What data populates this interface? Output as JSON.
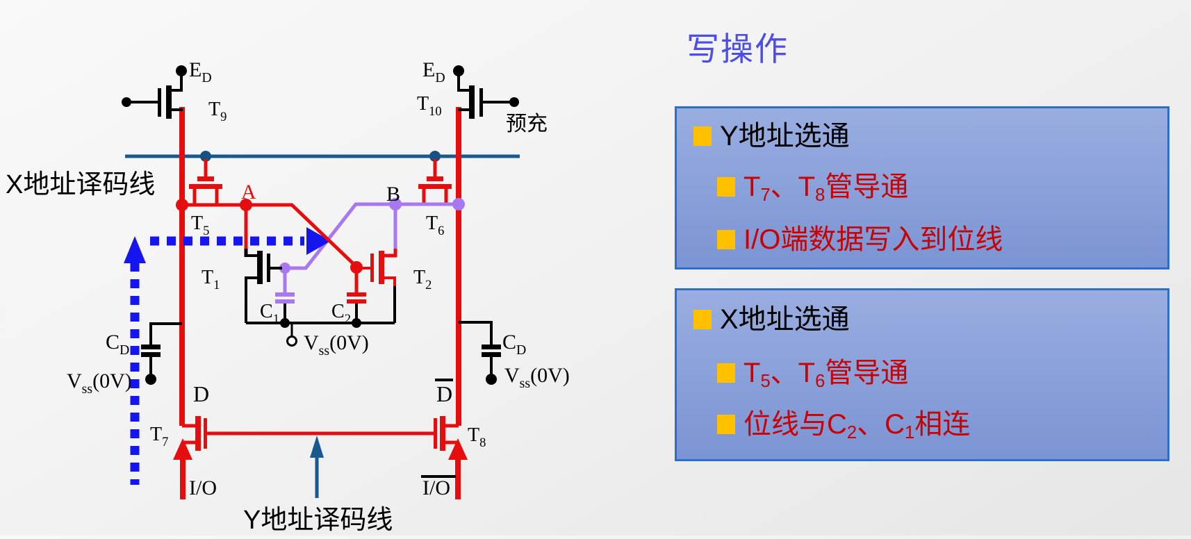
{
  "title": "写操作",
  "colors": {
    "wire_red": "#e50d0d",
    "wire_purple": "#a878f0",
    "decode_navy": "#1a5890",
    "arrow_blue": "#1515ee",
    "panel_border": "#2b70c6",
    "panel_fill_top": "#99ade0",
    "panel_fill_bottom": "#7b94d3",
    "bullet_yellow": "#ffc000",
    "title_blue": "#4d4de8",
    "item_red": "#c80202"
  },
  "circuit": {
    "ed": [
      {
        "t": "E"
      },
      {
        "t": "D",
        "sub": true
      }
    ],
    "t9": [
      {
        "t": "T"
      },
      {
        "t": "9",
        "sub": true
      }
    ],
    "t10": [
      {
        "t": "T"
      },
      {
        "t": "10",
        "sub": true
      }
    ],
    "precharge": [
      {
        "t": "预充"
      }
    ],
    "x_line": [
      {
        "t": "X地址译码线"
      }
    ],
    "t5": [
      {
        "t": "T"
      },
      {
        "t": "5",
        "sub": true
      }
    ],
    "t6": [
      {
        "t": "T"
      },
      {
        "t": "6",
        "sub": true
      }
    ],
    "a": [
      {
        "t": "A"
      }
    ],
    "b": [
      {
        "t": "B"
      }
    ],
    "t1": [
      {
        "t": "T"
      },
      {
        "t": "1",
        "sub": true
      }
    ],
    "t2": [
      {
        "t": "T"
      },
      {
        "t": "2",
        "sub": true
      }
    ],
    "c1": [
      {
        "t": "C"
      },
      {
        "t": "1",
        "sub": true
      }
    ],
    "c2": [
      {
        "t": "C"
      },
      {
        "t": "2",
        "sub": true
      }
    ],
    "vss": [
      {
        "t": "V"
      },
      {
        "t": "ss",
        "sub": true
      },
      {
        "t": "(0V)"
      }
    ],
    "cd": [
      {
        "t": "C"
      },
      {
        "t": "D",
        "sub": true
      }
    ],
    "d": [
      {
        "t": "D"
      }
    ],
    "dbar": [
      {
        "t": "D"
      }
    ],
    "t7": [
      {
        "t": "T"
      },
      {
        "t": "7",
        "sub": true
      }
    ],
    "t8": [
      {
        "t": "T"
      },
      {
        "t": "8",
        "sub": true
      }
    ],
    "io": [
      {
        "t": "I/O"
      }
    ],
    "iobar": [
      {
        "t": "I/O"
      }
    ],
    "y_line": [
      {
        "t": "Y地址译码线"
      }
    ]
  },
  "panels": [
    {
      "heading": [
        {
          "t": "Y地址选通"
        }
      ],
      "items": [
        [
          {
            "t": "T"
          },
          {
            "t": "7",
            "sub": true
          },
          {
            "t": "、T"
          },
          {
            "t": "8",
            "sub": true
          },
          {
            "t": "管导通"
          }
        ],
        [
          {
            "t": "I/O端数据写入到位线"
          }
        ]
      ]
    },
    {
      "heading": [
        {
          "t": "X地址选通"
        }
      ],
      "items": [
        [
          {
            "t": "T"
          },
          {
            "t": "5",
            "sub": true
          },
          {
            "t": "、T"
          },
          {
            "t": "6",
            "sub": true
          },
          {
            "t": "管导通"
          }
        ],
        [
          {
            "t": "位线与C"
          },
          {
            "t": "2",
            "sub": true
          },
          {
            "t": "、C"
          },
          {
            "t": "1",
            "sub": true
          },
          {
            "t": "相连"
          }
        ]
      ]
    }
  ]
}
